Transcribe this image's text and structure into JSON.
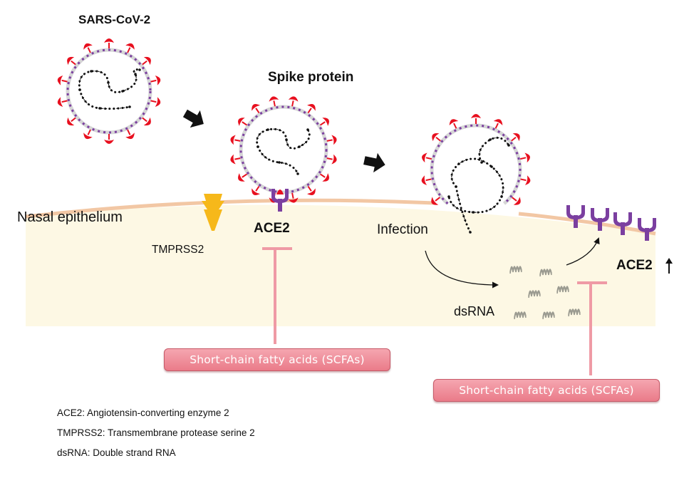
{
  "labels": {
    "virus": "SARS-CoV-2",
    "spike": "Spike protein",
    "epithelium": "Nasal epithelium",
    "tmprss2": "TMPRSS2",
    "ace2": "ACE2",
    "infection": "Infection",
    "dsrna": "dsRNA",
    "ace2_up": "ACE2",
    "up_arrow": "↑"
  },
  "scfa_boxes": [
    {
      "label": "Short-chain fatty acids (SCFAs)"
    },
    {
      "label": "Short-chain fatty acids (SCFAs)"
    }
  ],
  "legend": [
    "ACE2: Angiotensin-converting  enzyme  2",
    "TMPRSS2: Transmembrane  protease serine 2",
    "dsRNA: Double strand RNA"
  ],
  "colors": {
    "membrane": "#f2c7a4",
    "cytoplasm": "#fdf8e4",
    "spike": "#e8101f",
    "envelope_dash": "#7b3fa0",
    "ace2_receptor": "#7b3fa0",
    "tmprss2": "#f6b81a",
    "inhibitor": "#ef9aa5"
  }
}
